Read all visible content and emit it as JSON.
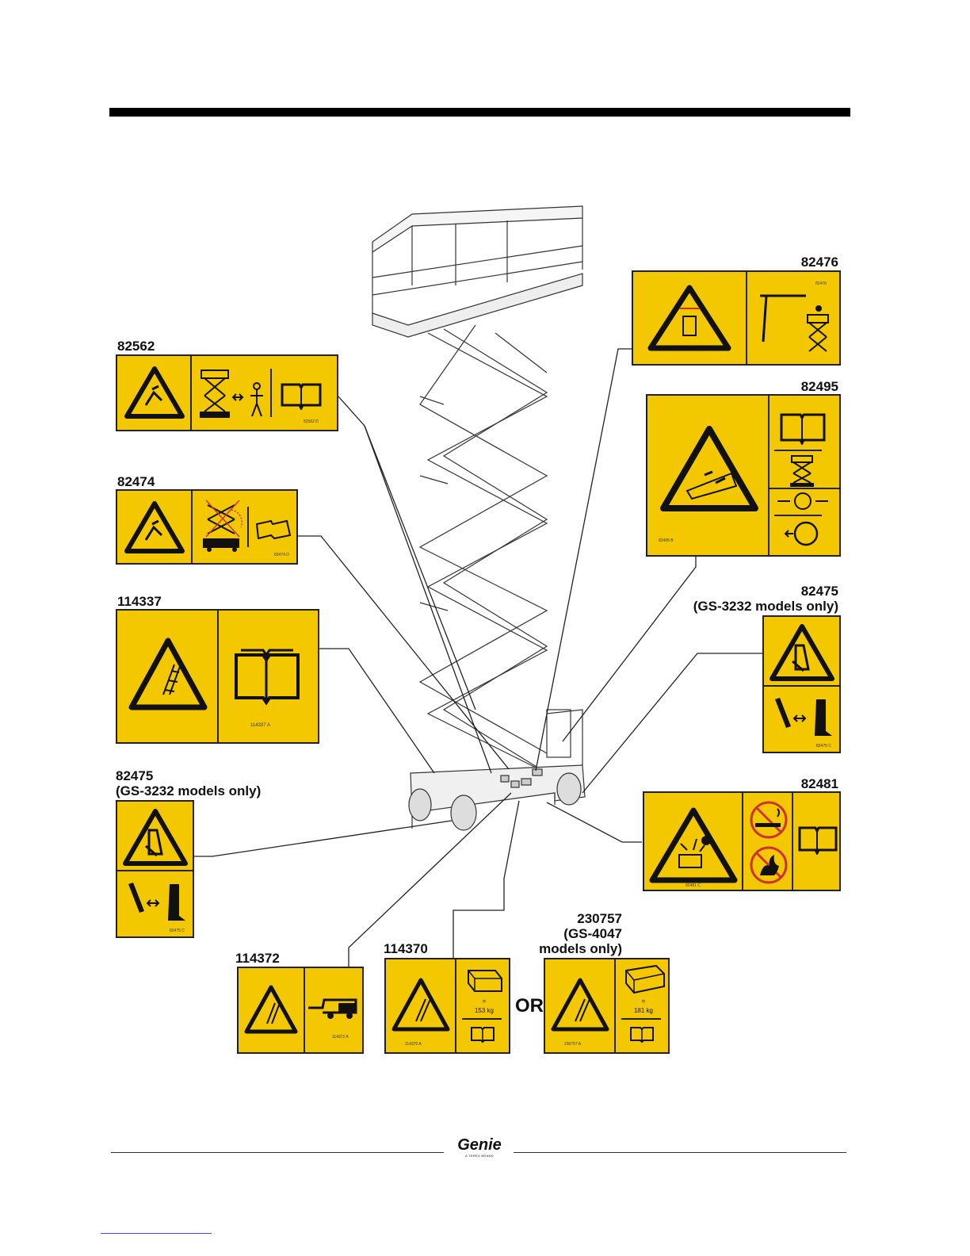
{
  "decals": {
    "d82476": {
      "label": "82476"
    },
    "d82562": {
      "label": "82562"
    },
    "d82495": {
      "label": "82495"
    },
    "d82474": {
      "label": "82474"
    },
    "d114337": {
      "label": "114337",
      "partno": "114337 A"
    },
    "d82475_right": {
      "label": "82475",
      "note": "(GS-3232 models only)"
    },
    "d82475_left": {
      "label": "82475",
      "note": "(GS-3232 models only)"
    },
    "d82481": {
      "label": "82481"
    },
    "d114372": {
      "label": "114372"
    },
    "d114370": {
      "label": "114370",
      "weight": "153 kg"
    },
    "d230757": {
      "label": "230757",
      "note_line1": "(GS-4047",
      "note_line2": "models only)",
      "weight": "181 kg"
    }
  },
  "or_text": "OR",
  "footer": {
    "brand": "Genie",
    "tagline": "A TEREX BRAND"
  },
  "icons": [
    "warning-triangle-icon",
    "manual-book-icon",
    "scissor-lift-icon",
    "person-icon",
    "battery-icon",
    "no-smoking-icon",
    "no-flame-icon",
    "foot-crush-icon",
    "tip-over-icon",
    "wheel-icon"
  ],
  "colors": {
    "decal_yellow": "#f3c800",
    "outline": "#222222"
  }
}
